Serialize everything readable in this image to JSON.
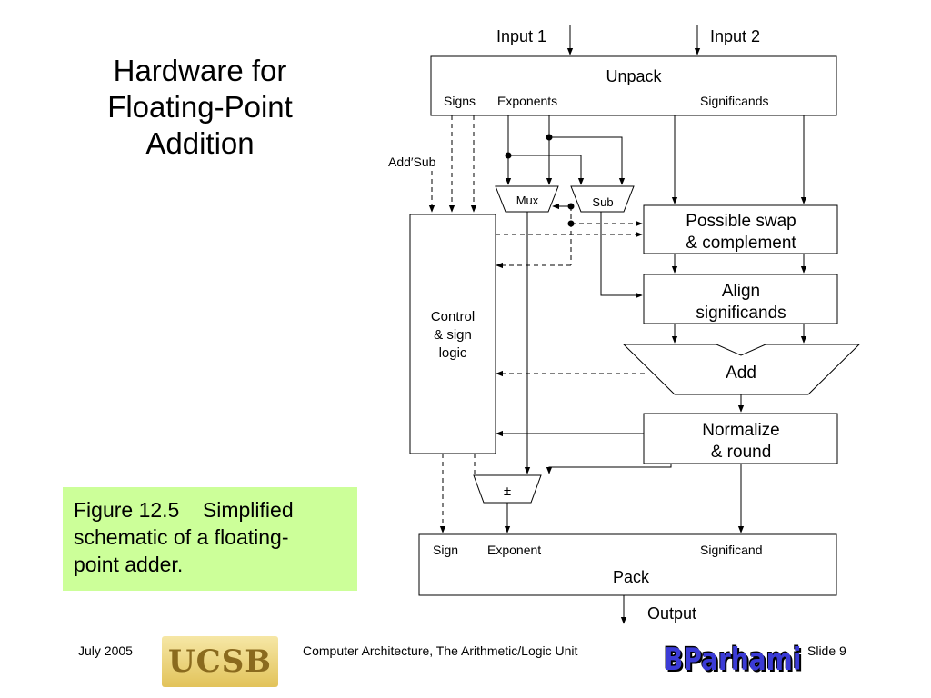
{
  "slide": {
    "title_lines": [
      "Hardware for",
      "Floating-Point",
      "Addition"
    ],
    "caption_lines": [
      "Figure 12.5    Simplified",
      "schematic of a floating-",
      "point adder."
    ]
  },
  "diagram": {
    "input1": "Input 1",
    "input2": "Input 2",
    "unpack": "Unpack",
    "unpack_signs": "Signs",
    "unpack_exponents": "Exponents",
    "unpack_significands": "Significands",
    "add_sub": "Add′Sub",
    "mux": "Mux",
    "sub": "Sub",
    "swap_line1": "Possible swap",
    "swap_line2": "& complement",
    "align_line1": "Align",
    "align_line2": "significands",
    "control_line1": "Control",
    "control_line2": "& sign",
    "control_line3": "logic",
    "add": "Add",
    "normalize_line1": "Normalize",
    "normalize_line2": "& round",
    "plusminus": "±",
    "pack_sign": "Sign",
    "pack_exponent": "Exponent",
    "pack_significand": "Significand",
    "pack": "Pack",
    "output": "Output"
  },
  "footer": {
    "date": "July 2005",
    "logo_ucsb": "UCSB",
    "center": "Computer Architecture, The Arithmetic/Logic Unit",
    "logo_signature": "BParhami",
    "slide": "Slide 9"
  }
}
